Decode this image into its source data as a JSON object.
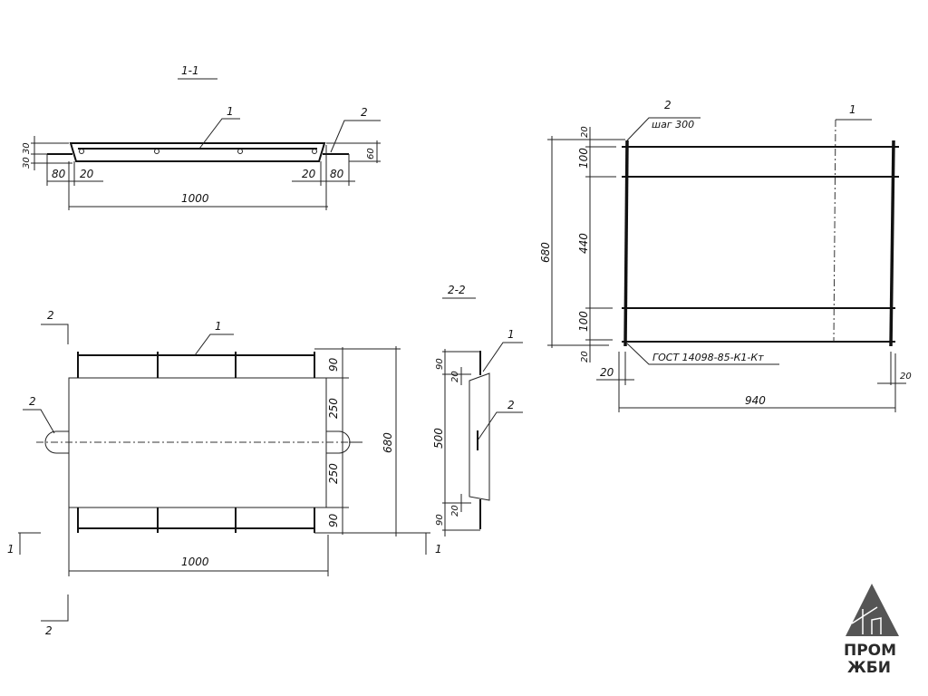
{
  "section_1_1": {
    "title": "1-1",
    "callout_1": "1",
    "callout_2": "2",
    "dim_total": "1000",
    "dim_left_80": "80",
    "dim_left_20": "20",
    "dim_right_20": "20",
    "dim_right_80": "80",
    "dim_height_left": "30 30",
    "dim_height_right": "60"
  },
  "plan_view": {
    "callout_1": "1",
    "callout_2": "2",
    "dim_90_top": "90",
    "dim_250_top": "250",
    "dim_250_bottom": "250",
    "dim_90_bottom": "90",
    "dim_total_height": "680",
    "dim_total_width": "1000",
    "cut_2_top": "2",
    "cut_1_left": "1",
    "cut_2_bottom": "2",
    "cut_1_right": "1"
  },
  "section_2_2": {
    "title": "2-2",
    "callout_1": "1",
    "callout_2": "2",
    "dim_90_top": "90",
    "dim_20_top": "20",
    "dim_500": "500",
    "dim_90_bottom": "90",
    "dim_20_bottom": "20"
  },
  "mesh_view": {
    "callout_2": "2",
    "step_note": "шаг 300",
    "callout_1": "1",
    "standard_note": "ГОСТ 14098-85-К1-Кт",
    "dim_20_top": "20",
    "dim_100_top": "100",
    "dim_440": "440",
    "dim_100_bottom": "100",
    "dim_20_bottom": "20",
    "dim_680": "680",
    "dim_20_left": "20",
    "dim_20_right": "20",
    "dim_940": "940"
  },
  "logo": {
    "line1": "ПРОМ",
    "line2": "ЖБИ"
  }
}
